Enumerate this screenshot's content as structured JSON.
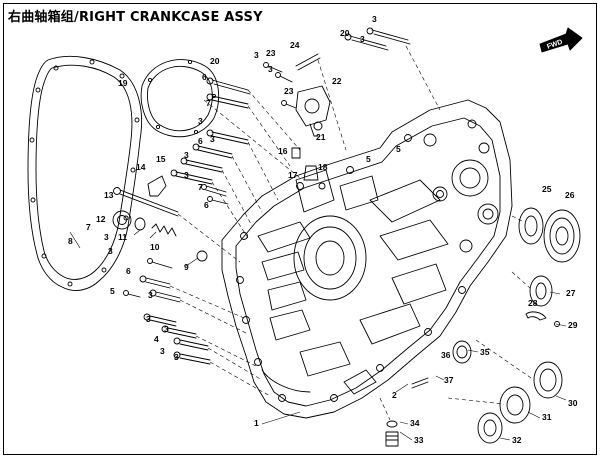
{
  "title": "右曲轴箱组/RIGHT CRANKCASE ASSY",
  "forward_marker": "FWD",
  "parts": [
    {
      "n": "1"
    },
    {
      "n": "2"
    },
    {
      "n": "3"
    },
    {
      "n": "4"
    },
    {
      "n": "5"
    },
    {
      "n": "6"
    },
    {
      "n": "7"
    },
    {
      "n": "8"
    },
    {
      "n": "9"
    },
    {
      "n": "10"
    },
    {
      "n": "11"
    },
    {
      "n": "12"
    },
    {
      "n": "13"
    },
    {
      "n": "14"
    },
    {
      "n": "15"
    },
    {
      "n": "16"
    },
    {
      "n": "17"
    },
    {
      "n": "18"
    },
    {
      "n": "19"
    },
    {
      "n": "20"
    },
    {
      "n": "21"
    },
    {
      "n": "22"
    },
    {
      "n": "23"
    },
    {
      "n": "24"
    },
    {
      "n": "25"
    },
    {
      "n": "26"
    },
    {
      "n": "27"
    },
    {
      "n": "28"
    },
    {
      "n": "29"
    },
    {
      "n": "30"
    },
    {
      "n": "31"
    },
    {
      "n": "32"
    },
    {
      "n": "33"
    },
    {
      "n": "34"
    },
    {
      "n": "35"
    },
    {
      "n": "36"
    },
    {
      "n": "37"
    }
  ]
}
